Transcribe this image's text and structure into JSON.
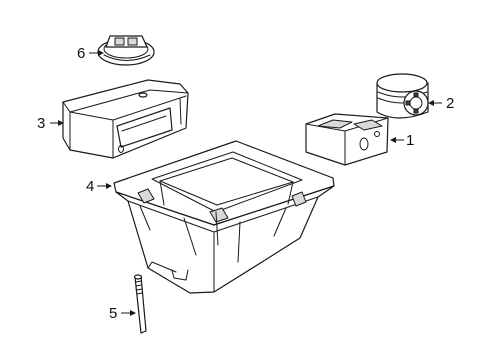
{
  "callouts": [
    {
      "id": "1",
      "text": "1"
    },
    {
      "id": "2",
      "text": "2"
    },
    {
      "id": "3",
      "text": "3"
    },
    {
      "id": "4",
      "text": "4"
    },
    {
      "id": "5",
      "text": "5"
    },
    {
      "id": "6",
      "text": "6"
    }
  ],
  "colors": {
    "line": "#1a1a1a",
    "background": "#ffffff",
    "shade": "#d9d9d9"
  }
}
